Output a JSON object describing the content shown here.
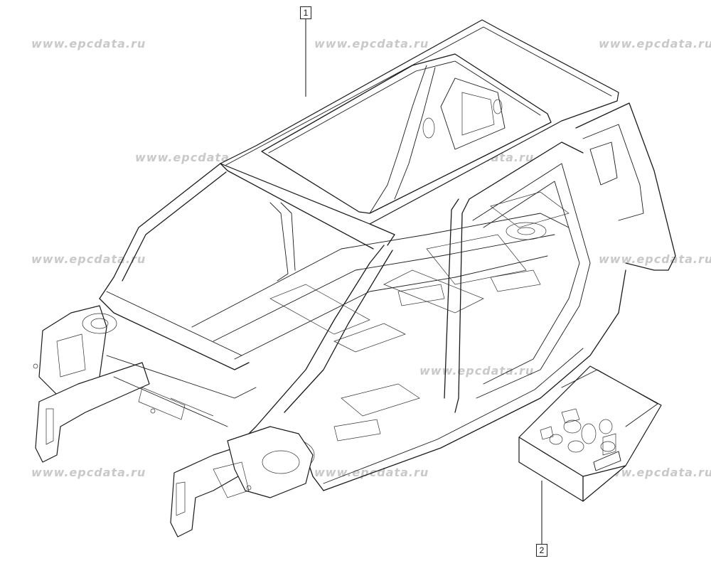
{
  "watermark": "www.epcdata.ru",
  "callouts": [
    {
      "number": "1"
    },
    {
      "number": "2"
    }
  ]
}
